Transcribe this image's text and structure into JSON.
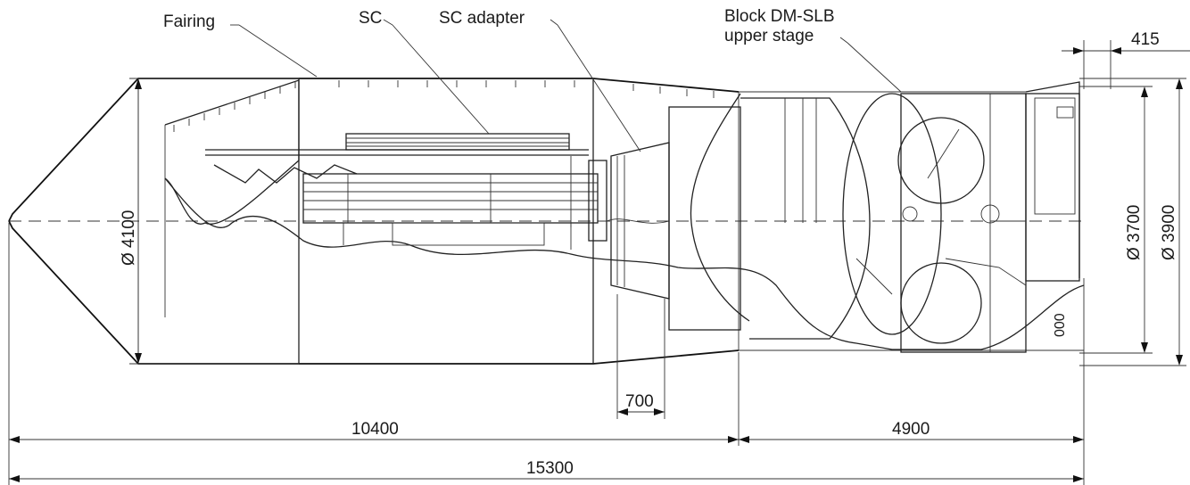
{
  "labels": {
    "fairing": "Fairing",
    "sc": "SC",
    "sc_adapter": "SC adapter",
    "upper_stage_line1": "Block DM-SLB",
    "upper_stage_line2": "upper stage"
  },
  "dimensions": {
    "d_fairing": "Ø 4100",
    "d_stage_inner": "Ø 3700",
    "d_stage_outer": "Ø 3900",
    "offset_top": "415",
    "adapter_len": "700",
    "fairing_len": "10400",
    "stage_len": "4900",
    "total_len": "15300",
    "side_mark": "000"
  },
  "colors": {
    "line": "#222222",
    "background": "#ffffff"
  }
}
